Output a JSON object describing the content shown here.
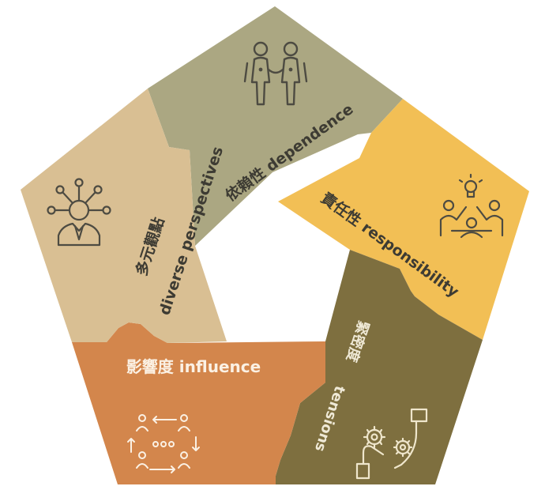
{
  "segments": [
    {
      "id": "dependence",
      "zh": "依賴性",
      "en": "dependence",
      "color": "#ABA782",
      "text_color": "#3D3B33",
      "icon": "two-people-holding-hands-icon"
    },
    {
      "id": "responsibility",
      "zh": "責任性",
      "en": "responsibility",
      "color": "#F2BF55",
      "text_color": "#3D3B33",
      "icon": "team-idea-meeting-icon"
    },
    {
      "id": "tensions",
      "zh": "緊密度",
      "en": "tensions",
      "color": "#7E6F3F",
      "text_color": "#EFE9D6",
      "icon": "hand-gears-icon"
    },
    {
      "id": "influence",
      "zh": "影響度",
      "en": "influence",
      "color": "#D3864C",
      "text_color": "#FBF1E4",
      "icon": "people-network-icon"
    },
    {
      "id": "diverse",
      "zh": "多元觀點",
      "en": "diverse perspectives",
      "color": "#D9BF93",
      "text_color": "#3D3B33",
      "icon": "person-network-icon"
    }
  ]
}
